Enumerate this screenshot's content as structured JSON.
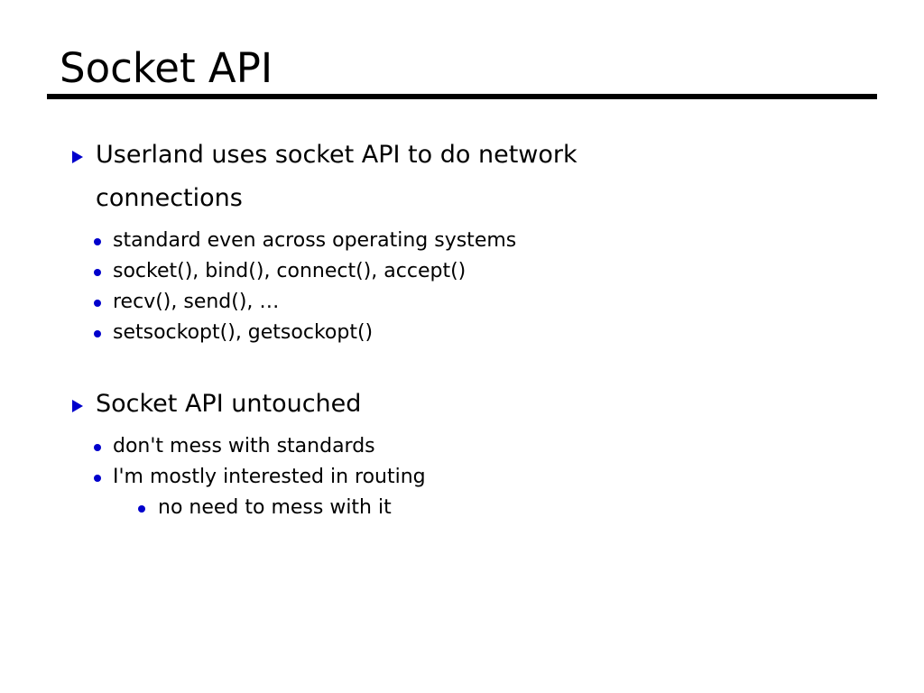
{
  "slide": {
    "title": "Socket API",
    "accent_color": "#0000cc",
    "text_color": "#000000",
    "background_color": "#ffffff",
    "rule_color": "#000000",
    "markers": {
      "level1": "blue-triangle-bullet",
      "level2": "blue-round-bullet",
      "level3": "blue-round-bullet"
    },
    "sections": [
      {
        "heading": "Userland uses socket API to do network connections",
        "items": [
          "standard even across operating systems",
          "socket(), bind(), connect(), accept()",
          "recv(), send(), …",
          "setsockopt(), getsockopt()"
        ]
      },
      {
        "heading": "Socket API untouched",
        "items": [
          "don't mess with standards",
          "I'm mostly interested in routing"
        ],
        "subitems": [
          "no need to mess with it"
        ]
      }
    ]
  }
}
